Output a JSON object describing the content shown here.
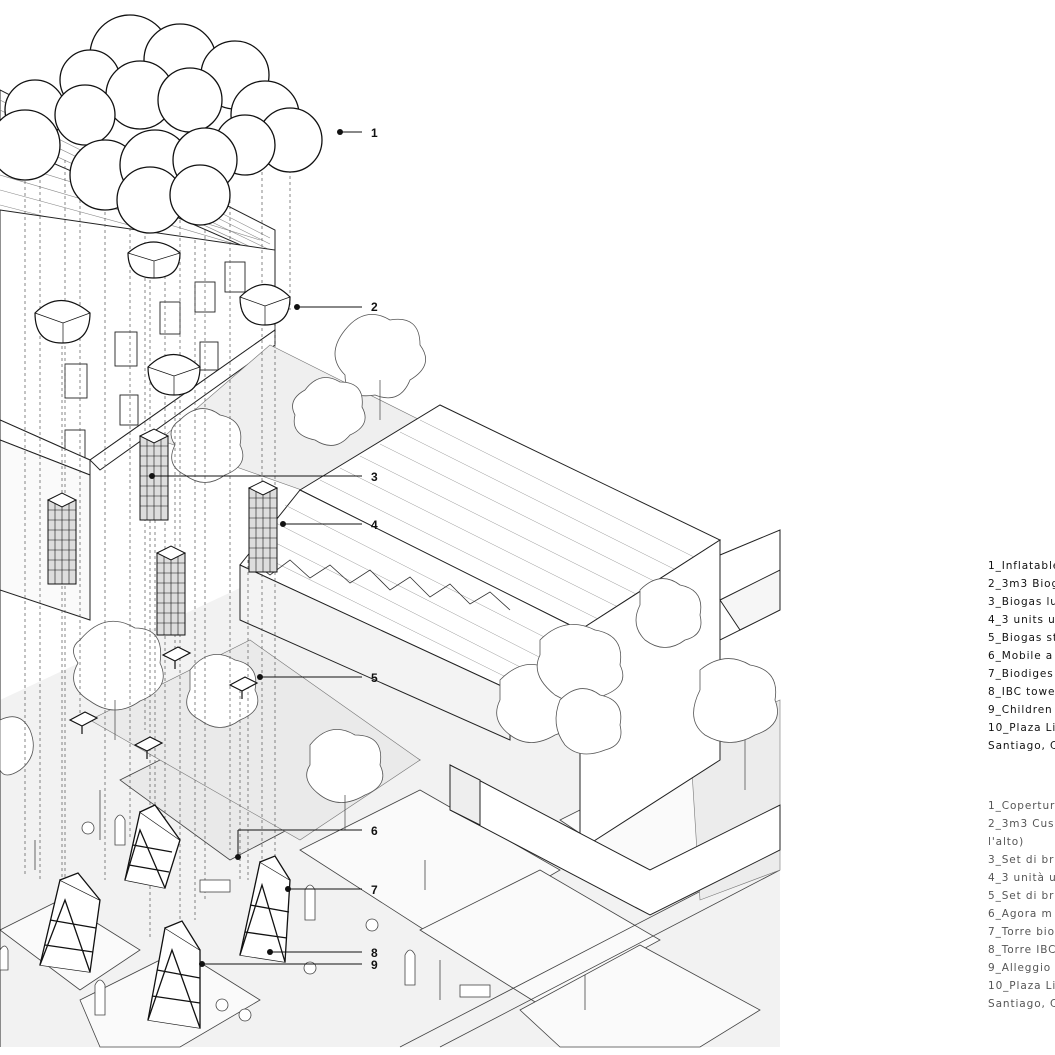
{
  "callouts": {
    "c1": "1",
    "c2": "2",
    "c3": "3",
    "c4": "4",
    "c5": "5",
    "c6": "6",
    "c7": "7",
    "c8": "8",
    "c9": "9"
  },
  "legend_en": [
    "1_Inflatable",
    "2_3m3 Biog",
    "3_Biogas lu",
    "4_3 units u",
    "5_Biogas st",
    "6_Mobile a",
    "7_Biodiges",
    "8_IBC towe",
    "9_Children",
    "10_Plaza Li",
    "Santiago, C"
  ],
  "legend_it": [
    "1_Copertur",
    "2_3m3 Cus",
    "l'alto)",
    "3_Set di br",
    "4_3 unità u",
    "5_Set di br",
    "6_Agora m",
    "7_Torre bio",
    "8_Torre IBC",
    "9_Alleggio",
    "10_Plaza Li",
    " Santiago, C"
  ]
}
